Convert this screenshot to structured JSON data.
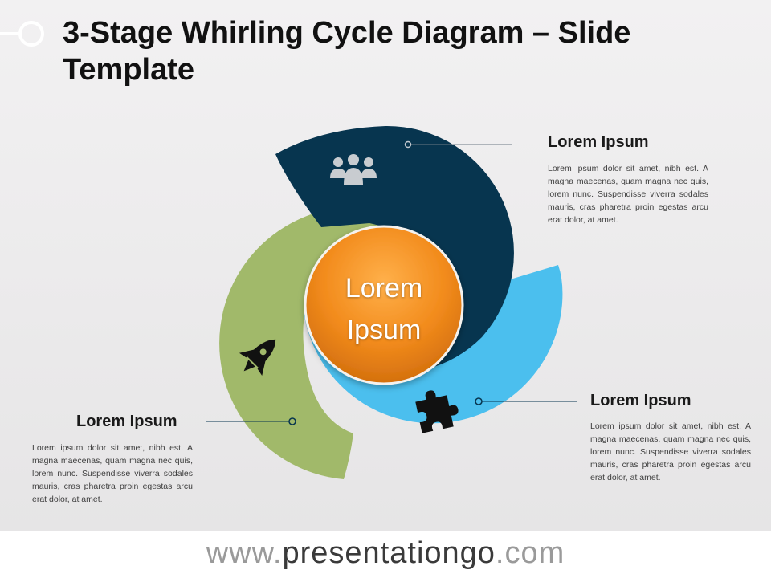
{
  "title": "3-Stage Whirling Cycle Diagram – Slide Template",
  "center": {
    "line1": "Lorem",
    "line2": "Ipsum",
    "color": "#f28b1c"
  },
  "stages": [
    {
      "id": "top",
      "heading": "Lorem Ipsum",
      "body": "Lorem ipsum dolor sit amet, nibh est. A magna maecenas, quam magna nec quis, lorem nunc. Suspendisse viverra sodales mauris, cras pharetra proin egestas arcu erat dolor, at amet.",
      "color": "#07354f",
      "icon": "people-icon"
    },
    {
      "id": "right",
      "heading": "Lorem Ipsum",
      "body": "Lorem ipsum dolor sit amet, nibh est. A magna maecenas, quam magna nec quis, lorem nunc. Suspendisse viverra sodales mauris, cras pharetra proin egestas arcu erat dolor, at amet.",
      "color": "#4bbfee",
      "icon": "puzzle-icon"
    },
    {
      "id": "left",
      "heading": "Lorem Ipsum",
      "body": "Lorem ipsum dolor sit amet, nibh est. A magna maecenas, quam magna nec quis, lorem nunc. Suspendisse viverra sodales mauris, cras pharetra proin egestas arcu erat dolor, at amet.",
      "color": "#a1b96a",
      "icon": "rocket-icon"
    }
  ],
  "footer": {
    "prefix": "www.",
    "brand": "presentationgo",
    "suffix": ".com"
  }
}
